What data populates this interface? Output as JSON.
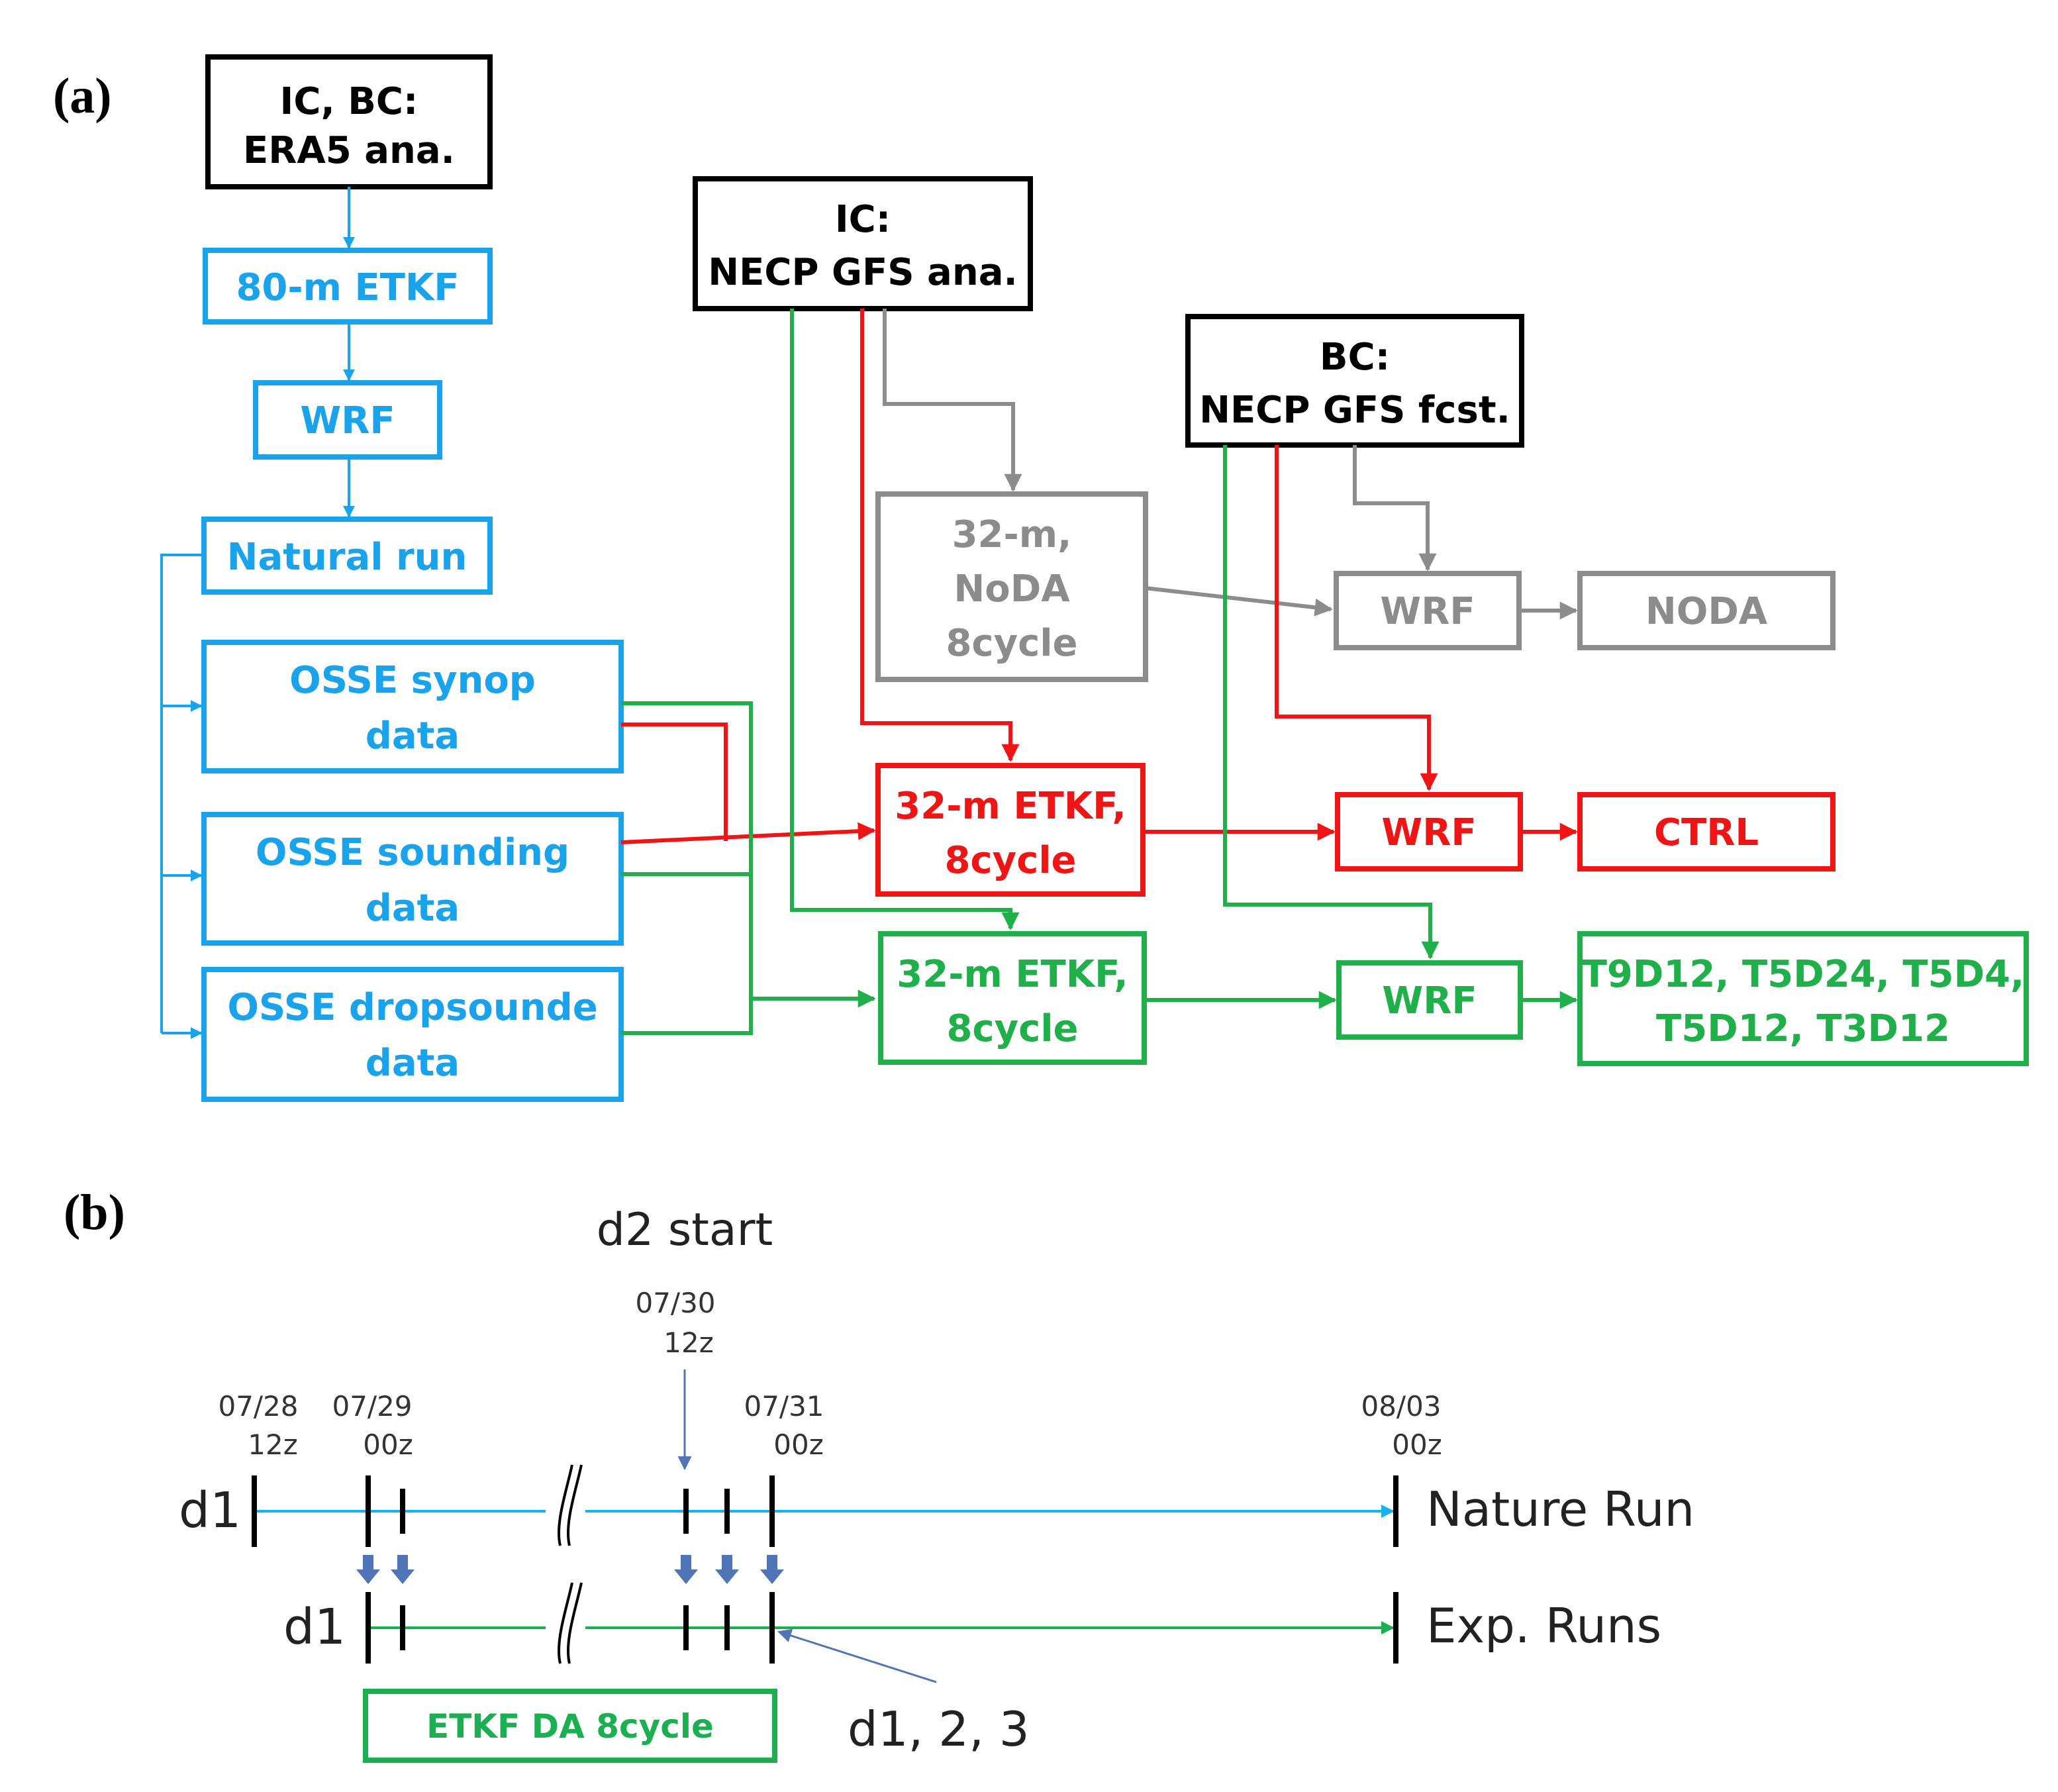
{
  "colors": {
    "black": "#000000",
    "blue": "#19a3ec",
    "green": "#1fb04a",
    "red": "#f01414",
    "gray": "#8c8c8c",
    "timeline_blue": "#17b3ee",
    "timeline_green": "#1ab050",
    "down_arrow": "#4f74b8"
  },
  "panel_a": {
    "label": "(a)",
    "boxes": {
      "era5": [
        "IC, BC:",
        "ERA5 ana."
      ],
      "etkf80": [
        "80-m ETKF"
      ],
      "wrf_blue": [
        "WRF"
      ],
      "natural": [
        "Natural run"
      ],
      "synop": [
        "OSSE synop",
        "data"
      ],
      "sounding": [
        "OSSE sounding",
        "data"
      ],
      "dropsonde": [
        "OSSE dropsounde",
        "data"
      ],
      "ic_gfs": [
        "IC:",
        "NECP GFS ana."
      ],
      "bc_gfs": [
        "BC:",
        "NECP GFS fcst."
      ],
      "noda32": [
        "32-m,",
        "NoDA",
        "8cycle"
      ],
      "wrf_gray": [
        "WRF"
      ],
      "noda": [
        "NODA"
      ],
      "etkf_red": [
        "32-m ETKF,",
        "8cycle"
      ],
      "wrf_red": [
        "WRF"
      ],
      "ctrl": [
        "CTRL"
      ],
      "etkf_green": [
        "32-m ETKF,",
        "8cycle"
      ],
      "wrf_green": [
        "WRF"
      ],
      "exps": [
        "T9D12, T5D24, T5D4,",
        "T5D12, T3D12"
      ]
    }
  },
  "panel_b": {
    "label": "(b)",
    "d2_start": "d2 start",
    "d2_start_time": [
      "07/30",
      "12z"
    ],
    "times": {
      "t0728": [
        "07/28",
        "12z"
      ],
      "t0729": [
        "07/29",
        "00z"
      ],
      "t0731": [
        "07/31",
        "00z"
      ],
      "t0803": [
        "08/03",
        "00z"
      ]
    },
    "row1_domain": "d1",
    "row1_label": "Nature Run",
    "row2_domain": "d1",
    "row2_label": "Exp. Runs",
    "domains_note": "d1, 2, 3",
    "da_box": "ETKF DA 8cycle"
  }
}
